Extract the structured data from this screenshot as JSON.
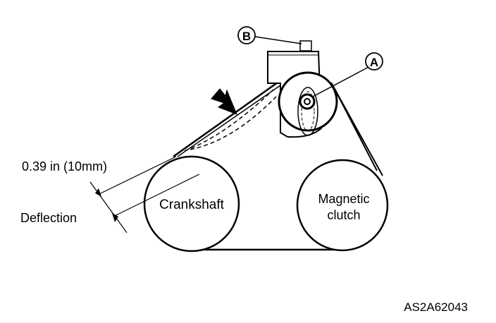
{
  "callouts": {
    "a": "A",
    "b": "B"
  },
  "pulleys": {
    "crankshaft": "Crankshaft",
    "clutch_line1": "Magnetic",
    "clutch_line2": "clutch"
  },
  "measurement": {
    "value": "0.39 in (10mm)",
    "label": "Deflection"
  },
  "figure_code": "AS2A62043"
}
